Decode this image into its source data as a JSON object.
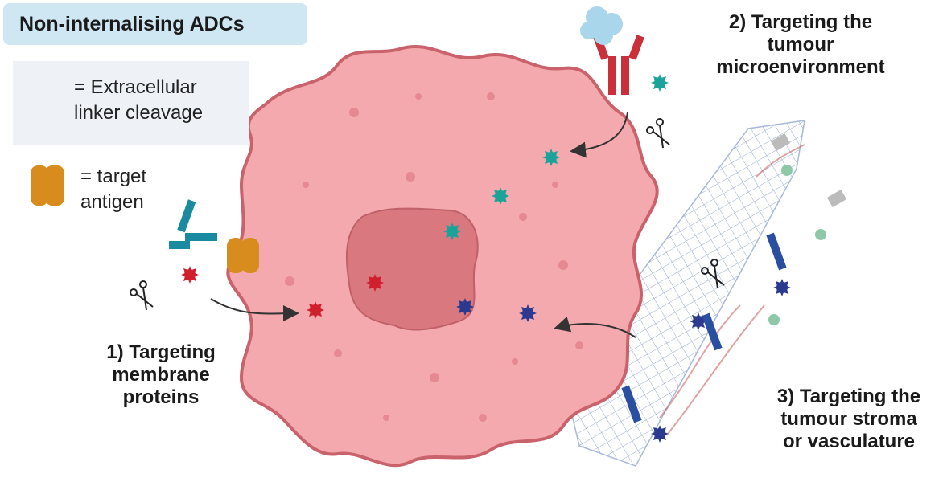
{
  "title": "Non-internalising ADCs",
  "legend": {
    "scissors_line1": "= Extracellular",
    "scissors_line2": "linker cleavage",
    "antigen_line1": "= target",
    "antigen_line2": "antigen"
  },
  "labels": {
    "membrane_line1": "1) Targeting",
    "membrane_line2": "membrane",
    "membrane_line3": "proteins",
    "micro_line1": "2) Targeting the",
    "micro_line2": "tumour",
    "micro_line3": "microenvironment",
    "stroma_line1": "3) Targeting the",
    "stroma_line2": "tumour stroma",
    "stroma_line3": "or vasculature"
  },
  "colors": {
    "cell": "#f3a9ad",
    "cell_border": "#c9626a",
    "nucleus": "#d9787f",
    "title_bg": "#cfe6f3",
    "payload_red": "#d0202e",
    "payload_teal": "#1aa39a",
    "payload_navy": "#2b3a8f",
    "antigen": "#d98c1e"
  }
}
